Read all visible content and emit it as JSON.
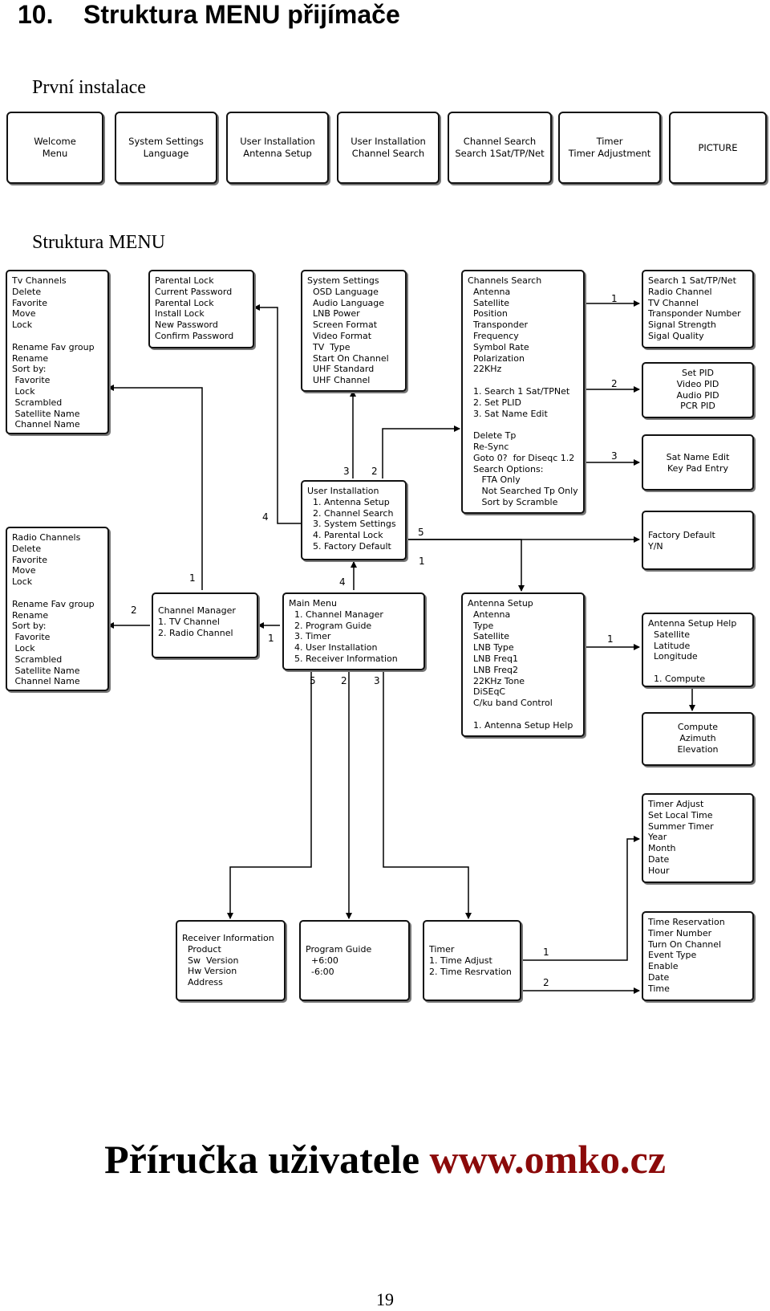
{
  "heading": {
    "number": "10.",
    "title": "Struktura MENU přijímače"
  },
  "section1": "První instalace",
  "wizard": [
    [
      "Welcome",
      "Menu"
    ],
    [
      "System Settings",
      "Language"
    ],
    [
      "User Installation",
      "Antenna Setup"
    ],
    [
      "User Installation",
      "Channel Search"
    ],
    [
      "Channel Search",
      "Search 1Sat/TP/Net"
    ],
    [
      "Timer",
      "Timer Adjustment"
    ],
    [
      "PICTURE"
    ]
  ],
  "section2": "Struktura MENU",
  "tv_channels": [
    "Tv Channels",
    "Delete",
    "Favorite",
    "Move",
    "Lock",
    "",
    "Rename Fav group",
    "Rename",
    "Sort by:",
    " Favorite",
    " Lock",
    " Scrambled",
    " Satellite Name",
    " Channel Name"
  ],
  "parental_lock": [
    "Parental Lock",
    "Current Password",
    "Parental Lock",
    "Install Lock",
    "New Password",
    "Confirm Password"
  ],
  "system_settings": [
    "System Settings",
    "  OSD Language",
    "  Audio Language",
    "  LNB Power",
    "  Screen Format",
    "  Video Format",
    "  TV  Type",
    "  Start On Channel",
    "  UHF Standard",
    "  UHF Channel"
  ],
  "channels_search": [
    "Channels Search",
    "  Antenna",
    "  Satellite",
    "  Position",
    "  Transponder",
    "  Frequency",
    "  Symbol Rate",
    "  Polarization",
    "  22KHz",
    "",
    "  1. Search 1 Sat/TPNet",
    "  2. Set PLID",
    "  3. Sat Name Edit",
    "",
    "  Delete Tp",
    "  Re-Sync",
    "  Goto 0?  for Diseqc 1.2",
    "  Search Options:",
    "     FTA Only",
    "     Not Searched Tp Only",
    "     Sort by Scramble"
  ],
  "search_sat": [
    "Search 1 Sat/TP/Net",
    "Radio Channel",
    "TV Channel",
    "Transponder Number",
    "Signal Strength",
    "Sigal Quality"
  ],
  "set_pid": [
    "Set PID",
    "Video PID",
    "Audio PID",
    "PCR PID"
  ],
  "sat_name": [
    "Sat Name Edit",
    "Key Pad Entry"
  ],
  "user_installation": [
    "User Installation",
    "  1. Antenna Setup",
    "  2. Channel Search",
    "  3. System Settings",
    "  4. Parental Lock",
    "  5. Factory Default"
  ],
  "factory_default": [
    "Factory Default",
    "Y/N"
  ],
  "radio_channels": [
    "Radio Channels",
    "Delete",
    "Favorite",
    "Move",
    "Lock",
    "",
    "Rename Fav group",
    "Rename",
    "Sort by:",
    " Favorite",
    " Lock",
    " Scrambled",
    " Satellite Name",
    " Channel Name"
  ],
  "channel_manager": [
    "Channel Manager",
    "1. TV Channel",
    "2. Radio Channel"
  ],
  "main_menu": [
    "Main Menu",
    "  1. Channel Manager",
    "  2. Program Guide",
    "  3. Timer",
    "  4. User Installation",
    "  5. Receiver Information"
  ],
  "antenna_setup": [
    "Antenna Setup",
    "  Antenna",
    "  Type",
    "  Satellite",
    "  LNB Type",
    "  LNB Freq1",
    "  LNB Freq2",
    "  22KHz Tone",
    "  DiSEqC",
    "  C/ku band Control",
    "",
    "  1. Antenna Setup Help"
  ],
  "antenna_help": [
    "Antenna Setup Help",
    "  Satellite",
    "  Latitude",
    "  Longitude",
    "",
    "  1. Compute"
  ],
  "compute": [
    "Compute",
    "Azimuth",
    "Elevation"
  ],
  "timer_adjust": [
    "Timer Adjust",
    "Set Local Time",
    "Summer Timer",
    "Year",
    "Month",
    "Date",
    "Hour"
  ],
  "time_reservation": [
    "Time Reservation",
    "Timer Number",
    "Turn On Channel",
    "Event Type",
    "Enable",
    "Date",
    "Time"
  ],
  "receiver_info": [
    "Receiver Information",
    "  Product",
    "  Sw  Version",
    "  Hw Version",
    "  Address"
  ],
  "program_guide": [
    "Program Guide",
    "  +6:00",
    "  -6:00"
  ],
  "timer": [
    "Timer",
    "1. Time Adjust",
    "2. Time Resrvation"
  ],
  "arrow_labels": {
    "cs_1": "1",
    "cs_2": "2",
    "cs_3": "3",
    "ui_3": "3",
    "ui_2": "2",
    "ui_4": "4",
    "ui_5": "5",
    "ui_1": "1",
    "cm_1": "1",
    "cm_2": "2",
    "mm_1": "1",
    "mm_4": "4",
    "mm_5": "5",
    "mm_2b": "2",
    "mm_3": "3",
    "as_1": "1",
    "tm_1": "1",
    "tm_2": "2"
  },
  "footer": {
    "text": "Příručka uživatele ",
    "site": "www.omko.cz"
  },
  "page_number": "19"
}
